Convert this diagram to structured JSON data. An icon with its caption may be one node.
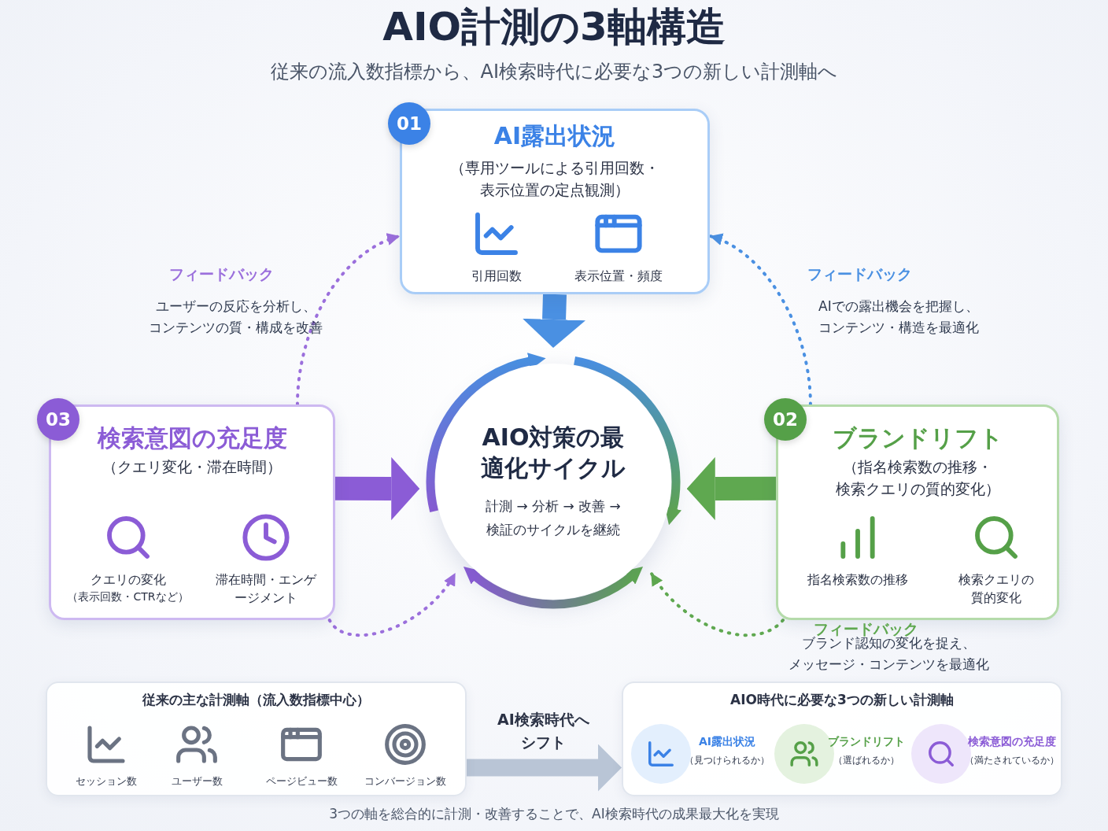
{
  "diagram": {
    "title": "AIO計測の3軸構造",
    "caption": "3つの軸を総合的に計測・改善することで、AI検索時代の成果最大化を実現",
    "nodes": [
      {
        "text": [
          "01",
          "AI露出状況",
          "（専用ツールによる引用回数・表示位置の定点観測）"
        ]
      },
      {
        "text": [
          "引用回数"
        ],
        "in": 0
      },
      {
        "text": [
          "表示位置・頻度"
        ],
        "in": 0
      },
      {
        "text": [
          "AIO対策の最適化サイクル",
          "計測 → 分析 → 改善 → 検証のサイクルを継続"
        ]
      },
      {
        "text": [
          "02",
          "ブランドリフト",
          "（指名検索数の推移・検索クエリの質的変化）"
        ]
      },
      {
        "text": [
          "指名検索数の推移"
        ],
        "in": 4
      },
      {
        "text": [
          "検索クエリの質的変化"
        ],
        "in": 4
      },
      {
        "text": [
          "03",
          "検索意図の充足度",
          "（クエリ変化・滞在時間）"
        ]
      },
      {
        "text": [
          "クエリの変化",
          "（表示回数・CTRなど）"
        ],
        "in": 7
      },
      {
        "text": [
          "滞在時間・エンゲージメント"
        ],
        "in": 7
      },
      {
        "text": [
          "従来の主な計測軸（流入数指標中心）"
        ]
      },
      {
        "text": [
          "セッション数"
        ],
        "in": 10
      },
      {
        "text": [
          "ユーザー数"
        ],
        "in": 10
      },
      {
        "text": [
          "ページビュー数"
        ],
        "in": 10
      },
      {
        "text": [
          "コンバージョン数"
        ],
        "in": 10
      },
      {
        "text": [
          "AIO時代に必要な3つの新しい計測軸"
        ]
      },
      {
        "text": [
          "AI露出状況",
          "（見つけられるか）"
        ],
        "in": 15
      },
      {
        "text": [
          "ブランドリフト",
          "（選ばれるか）"
        ],
        "in": 15
      },
      {
        "text": [
          "検索意図の充足度",
          "（満たされているか）"
        ],
        "in": 15
      }
    ],
    "edges": [
      {
        "from": 0,
        "to": 3,
        "arrow": "to",
        "style": "thick",
        "color": "#4a90e2"
      },
      {
        "from": 4,
        "to": 3,
        "arrow": "to",
        "style": "thick",
        "color": "#5fa850"
      },
      {
        "from": 7,
        "to": 3,
        "arrow": "to",
        "style": "thick",
        "color": "#8b5cd6"
      },
      {
        "from": 7,
        "to": 0,
        "arrow": "to",
        "style": "dashed",
        "color": "#9b6fdc",
        "label": "フィードバック"
      },
      {
        "from": 4,
        "to": 0,
        "arrow": "to",
        "style": "dashed",
        "color": "#4a90e2",
        "label": "フィードバック"
      },
      {
        "from": 7,
        "to": 3,
        "arrow": "to",
        "style": "dashed",
        "color": "#9b6fdc"
      },
      {
        "from": 4,
        "to": 3,
        "arrow": "to",
        "style": "dashed",
        "color": "#5fa850",
        "label": "フィードバック"
      },
      {
        "from": 10,
        "to": 15,
        "arrow": "to",
        "style": "thick",
        "color": "#b9c5d6",
        "label": "AI検索時代へシフト"
      }
    ],
    "labels": [
      "従来の流入数指標から、AI検索時代に必要な3つの新しい計測軸へ",
      "ユーザーの反応を分析し、コンテンツの質・構成を改善",
      "AIでの露出機会を把握し、コンテンツ・構造を最適化",
      "ブランド認知の変化を捉え、メッセージ・コンテンツを最適化"
    ]
  }
}
